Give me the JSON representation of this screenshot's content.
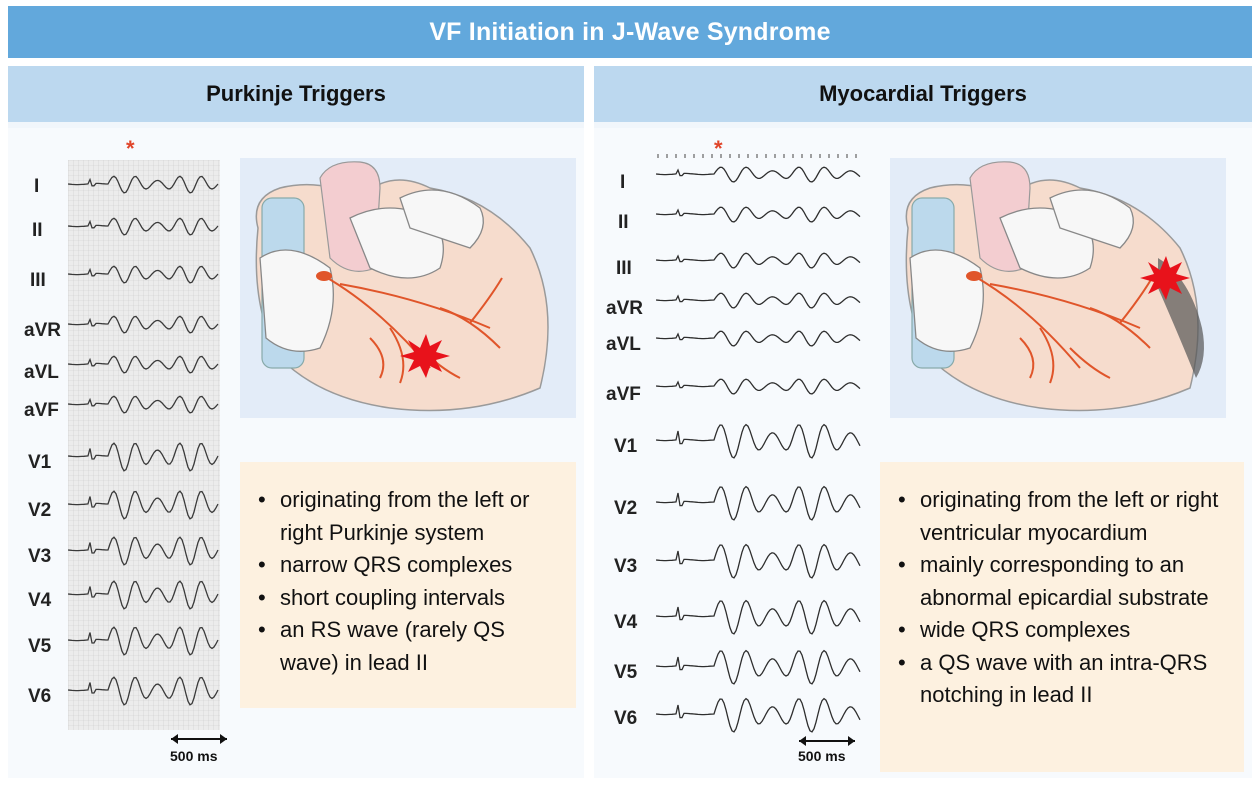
{
  "title": "VF Initiation in J-Wave Syndrome",
  "left_panel": {
    "heading": "Purkinje Triggers",
    "leads": [
      "I",
      "II",
      "III",
      "aVR",
      "aVL",
      "aVF",
      "V1",
      "V2",
      "V3",
      "V4",
      "V5",
      "V6"
    ],
    "trigger_marker": "*",
    "scale_bar_label": "500 ms",
    "bullets": [
      "originating from the left or right Purkinje system",
      "narrow QRS complexes",
      "short coupling intervals",
      "an RS wave (rarely QS wave) in lead II"
    ]
  },
  "right_panel": {
    "heading": "Myocardial Triggers",
    "leads": [
      "I",
      "II",
      "III",
      "aVR",
      "aVL",
      "aVF",
      "V1",
      "V2",
      "V3",
      "V4",
      "V5",
      "V6"
    ],
    "trigger_marker": "*",
    "scale_bar_label": "500 ms",
    "bullets": [
      "originating from the left or right ventricular myocardium",
      "mainly corresponding to an abnormal epicardial substrate",
      "wide QRS complexes",
      "a QS wave with an intra-QRS notching in lead II"
    ]
  },
  "colors": {
    "title_bar": "#62a8dc",
    "panel_header": "#bcd8ef",
    "text_box": "#fdf1e0",
    "heart_box": "#e3ecf8",
    "purkinje_fibers": "#e0552a",
    "trigger_star": "#e8121b"
  }
}
